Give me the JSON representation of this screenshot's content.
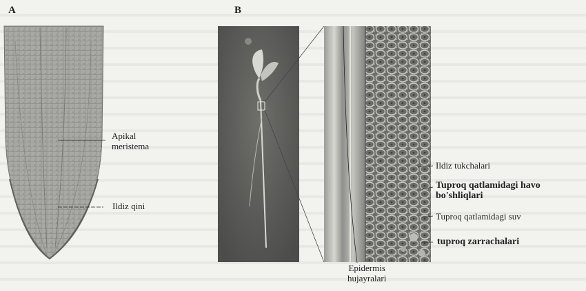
{
  "panels": {
    "a": {
      "letter": "A",
      "labels": {
        "apical_meristem_line1": "Apikal",
        "apical_meristem_line2": "meristema",
        "root_cap": "Ildiz qini"
      }
    },
    "b": {
      "letter": "B",
      "labels": {
        "root_hairs": "Ildiz tukchalari",
        "soil_air_spaces_line1": "Tuproq qatlamidagi havo",
        "soil_air_spaces_line2": "bo'shliqlari",
        "soil_water": "Tuproq qatlamidagi suv",
        "soil_particles": "tuproq zarrachalari",
        "epidermis_line1": "Epidermis",
        "epidermis_line2": "hujayralari"
      }
    }
  }
}
